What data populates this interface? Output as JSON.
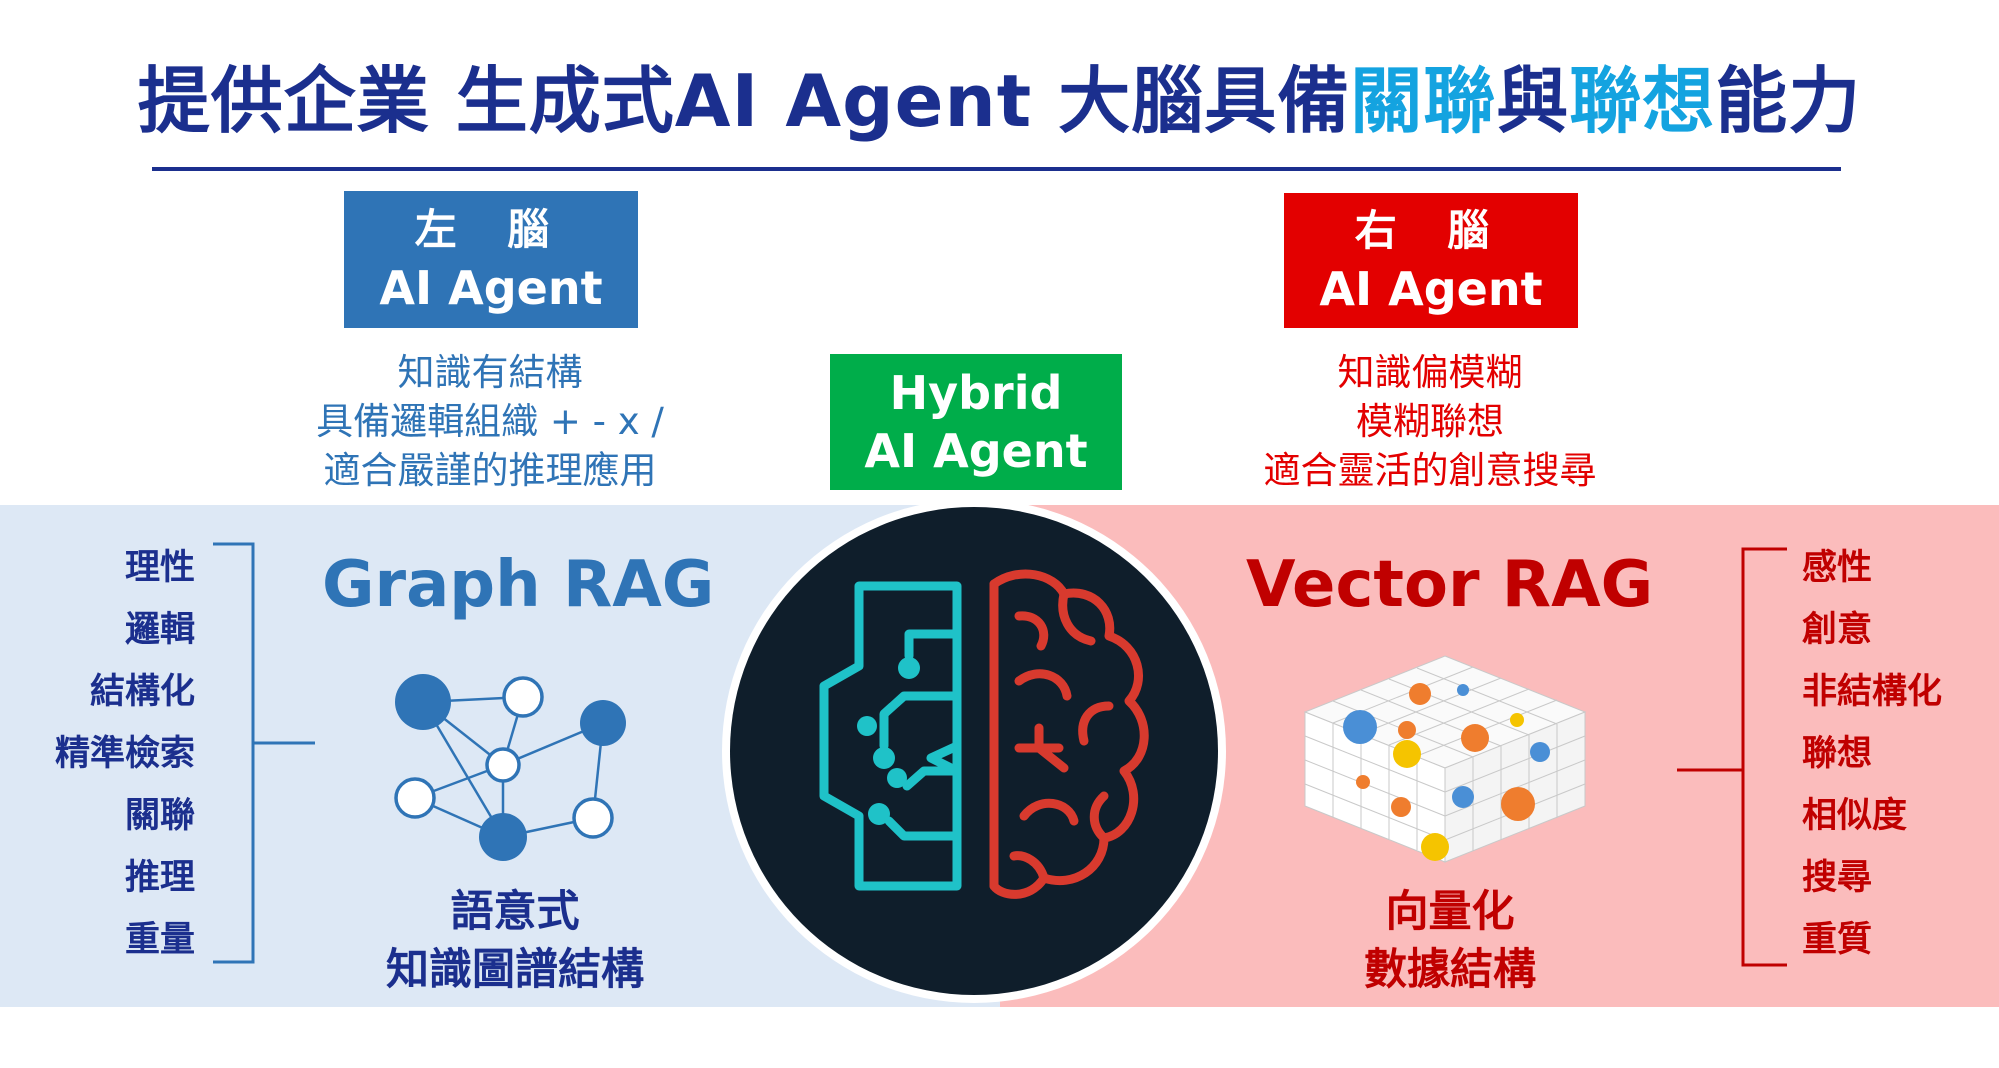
{
  "title": {
    "part1": "提供企業 生成式AI Agent 大腦具備",
    "hl1": "關聯",
    "mid": "與",
    "hl2": "聯想",
    "end": "能力"
  },
  "left": {
    "box_line1": "左 腦",
    "box_line2": "AI Agent",
    "desc": [
      "知識有結構",
      "具備邏輯組織 + - x /",
      "適合嚴謹的推理應用"
    ],
    "rag_title": "Graph RAG",
    "traits": [
      "理性",
      "邏輯",
      "結構化",
      "精準檢索",
      "關聯",
      "推理",
      "重量"
    ],
    "subtitle": [
      "語意式",
      "知識圖譜結構"
    ]
  },
  "center": {
    "box_line1": "Hybrid",
    "box_line2": "AI Agent"
  },
  "right": {
    "box_line1": "右 腦",
    "box_line2": "AI Agent",
    "desc": [
      "知識偏模糊",
      "模糊聯想",
      "適合靈活的創意搜尋"
    ],
    "rag_title": "Vector RAG",
    "traits": [
      "感性",
      "創意",
      "非結構化",
      "聯想",
      "相似度",
      "搜尋",
      "重質"
    ],
    "subtitle": [
      "向量化",
      "數據結構"
    ]
  },
  "colors": {
    "navy": "#1b2f8e",
    "highlight": "#14a3e0",
    "left_blue": "#2f74b6",
    "right_red": "#e30000",
    "hybrid_green": "#00ad4a",
    "left_band": "#dde8f5",
    "right_band": "#fbbcbc",
    "brain_bg": "#0f1e2b",
    "brain_teal": "#1fc2c8",
    "brain_red": "#d83a2e"
  },
  "icons": [
    "graph-network-icon",
    "brain-icon",
    "vector-cube-icon"
  ]
}
